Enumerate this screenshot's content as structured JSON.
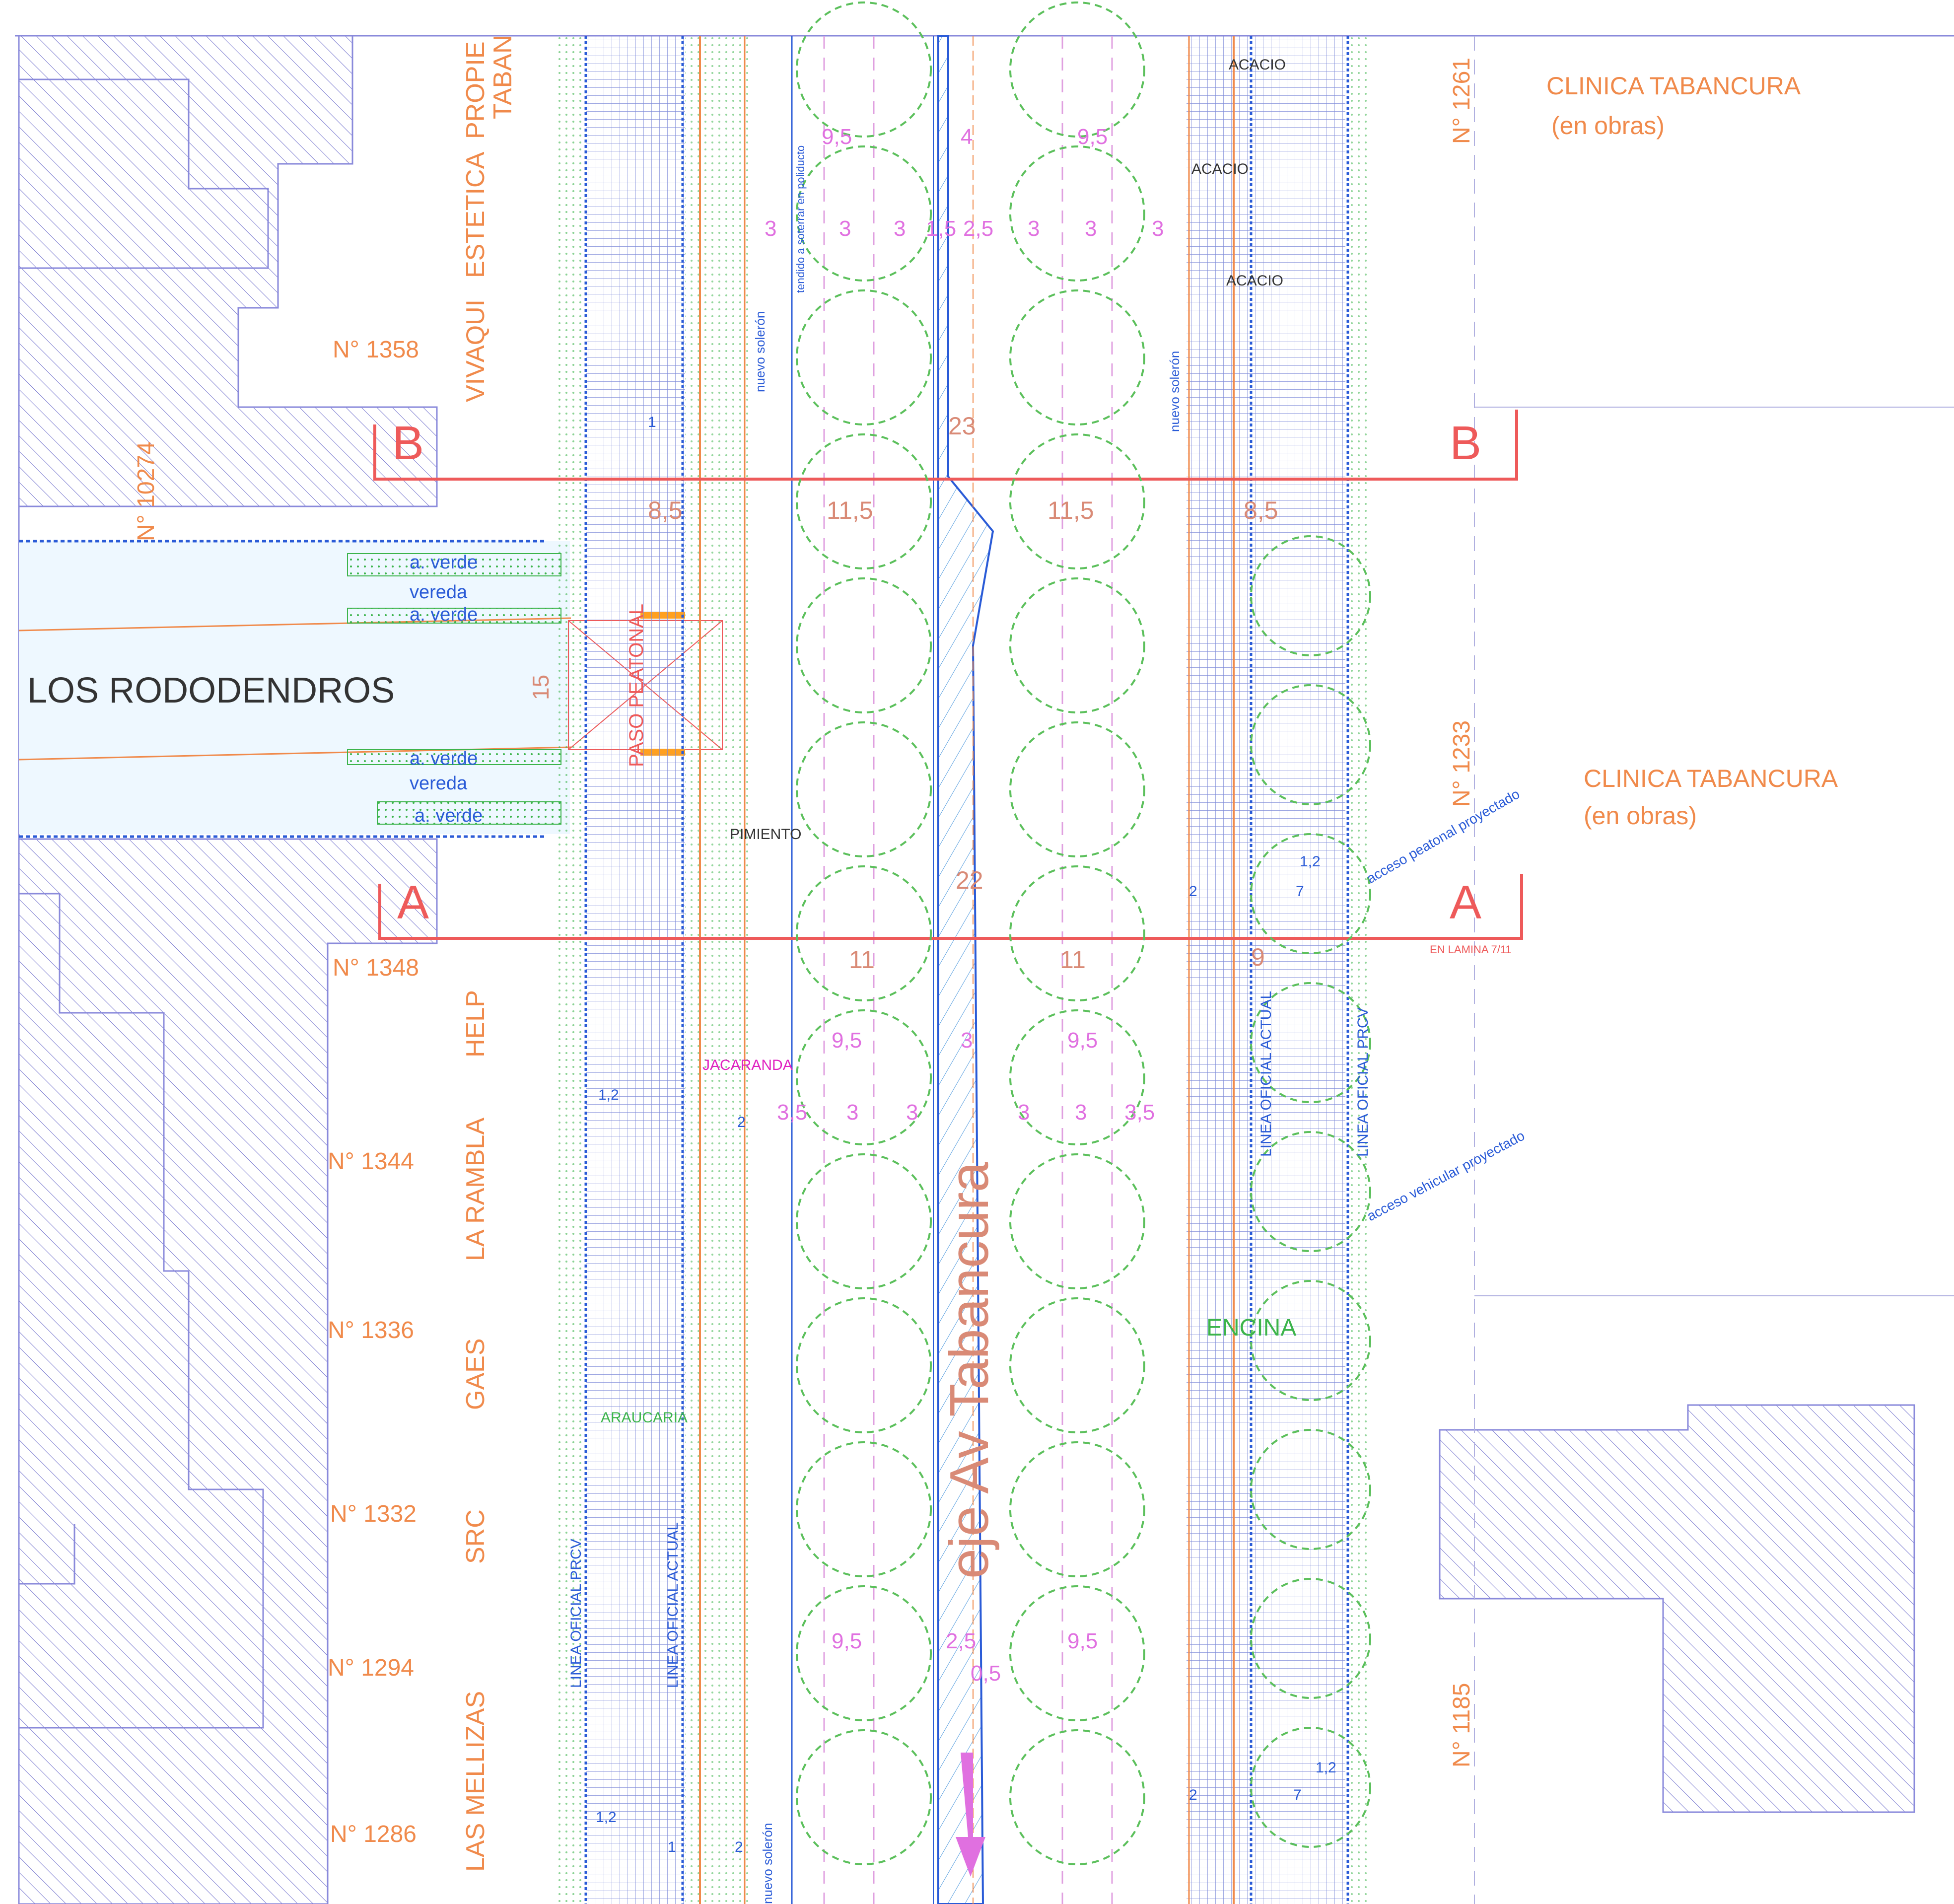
{
  "street": {
    "cross_street": "LOS RODODENDROS",
    "main_axis": "eje Av Tabancura"
  },
  "labels": {
    "a_verde": "a. verde",
    "vereda": "vereda",
    "paso_peatonal": "PASO PEATONAL",
    "linea_oficial_prcv": "LINEA OFICIAL PRCV",
    "linea_oficial_actual": "LINEA OFICIAL ACTUAL",
    "nuevo_soleron": "nuevo solerón",
    "tendido": "tendido a soterrar en poliducto",
    "acceso_peatonal": "acceso peatonal proyectado",
    "acceso_vehicular": "acceso vehicular proyectado",
    "en_lamina": "EN LAMINA 7/11"
  },
  "sections": {
    "b": "B",
    "a": "A"
  },
  "clinics": [
    {
      "name": "CLINICA TABANCURA",
      "status": "(en obras)"
    },
    {
      "name": "CLINICA TABANCURA",
      "status": "(en obras)"
    }
  ],
  "left_numbers": [
    "N° 1358",
    "N° 1348",
    "N° 1344",
    "N° 1336",
    "N° 1332",
    "N° 1294",
    "N° 1286"
  ],
  "left_stores": [
    "VIVAQUI",
    "ESTETICA",
    "PROPIE",
    "TABAN",
    "HELP",
    "LA RAMBLA",
    "GAES",
    "SRC",
    "LAS MELLIZAS"
  ],
  "right_numbers": [
    "N° 1261",
    "N° 1233",
    "N° 1185"
  ],
  "vertical_number": "N° 10274",
  "trees": [
    "ACACIO",
    "ACACIO",
    "ACACIO",
    "PIMIENTO",
    "JACARANDA",
    "ENCINA",
    "ARAUCARIA"
  ],
  "dims": {
    "d9_5": "9,5",
    "d4": "4",
    "d3": "3",
    "d1_5": "1,5",
    "d2_5": "2,5",
    "d3_5": "3,5",
    "d23": "23",
    "d8_5": "8,5",
    "d11_5": "11,5",
    "d15": "15",
    "d22": "22",
    "d11": "11",
    "d9": "9",
    "d1_2": "1,2",
    "d2": "2",
    "d7": "7",
    "d1": "1",
    "d0_5": "0,5"
  }
}
